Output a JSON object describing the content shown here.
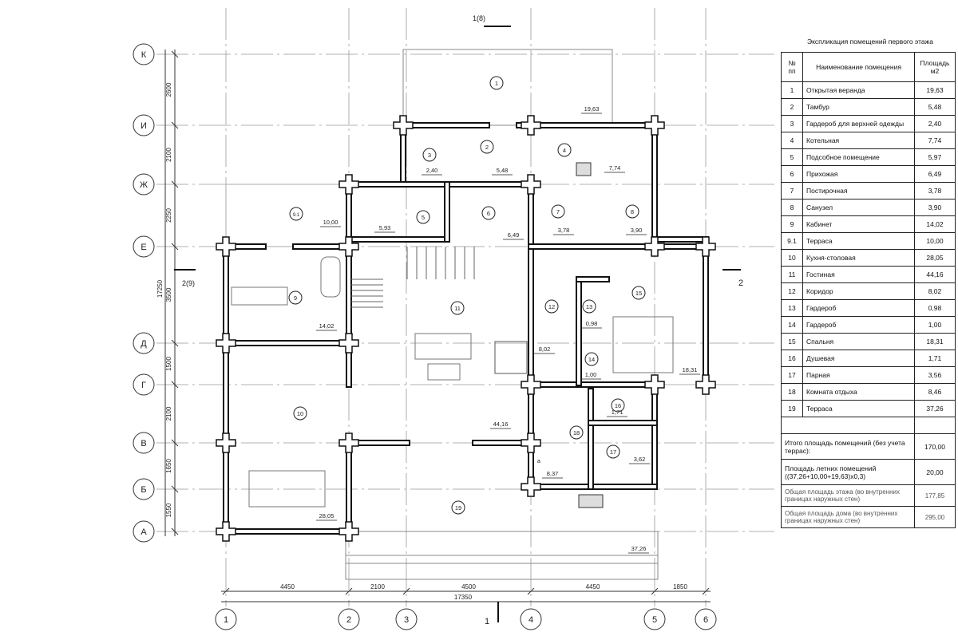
{
  "plan": {
    "row_axes": [
      "К",
      "И",
      "Ж",
      "Е",
      "Д",
      "Г",
      "В",
      "Б",
      "А"
    ],
    "col_axes": [
      "1",
      "2",
      "3",
      "4",
      "5",
      "6"
    ],
    "left_dims": [
      "2600",
      "2100",
      "2250",
      "3500",
      "1500",
      "2100",
      "1650",
      "1550"
    ],
    "left_total": "17250",
    "bottom_dims": [
      "4450",
      "2100",
      "4500",
      "4450",
      "1850"
    ],
    "bottom_total": "17350",
    "section_marks": {
      "top": "1",
      "top_ref": "(8)",
      "left": "2",
      "left_ref": "(9)",
      "right": "2",
      "bottom": "1"
    },
    "door_mark": "a",
    "room_numbers": [
      "1",
      "2",
      "3",
      "4",
      "5",
      "6",
      "7",
      "8",
      "9.1",
      "9",
      "10",
      "11",
      "12",
      "13",
      "14",
      "15",
      "16",
      "17",
      "18",
      "19"
    ],
    "area_labels": [
      "19,63",
      "2,40",
      "5,48",
      "7,74",
      "10,00",
      "5,93",
      "6,49",
      "3,78",
      "3,90",
      "14,02",
      "0,98",
      "8,02",
      "1,00",
      "18,31",
      "1,71",
      "3,62",
      "44,16",
      "8,37",
      "28,05",
      "37,26"
    ]
  },
  "table": {
    "title": "Экспликация помещений первого этажа",
    "headers": [
      "№ пп",
      "Наименование помещения",
      "Площадь м2"
    ],
    "rows": [
      [
        "1",
        "Открытая веранда",
        "19,63"
      ],
      [
        "2",
        "Тамбур",
        "5,48"
      ],
      [
        "3",
        "Гардероб для верхней одежды",
        "2,40"
      ],
      [
        "4",
        "Котельная",
        "7,74"
      ],
      [
        "5",
        "Подсобное помещение",
        "5,97"
      ],
      [
        "6",
        "Прихожая",
        "6,49"
      ],
      [
        "7",
        "Постирочная",
        "3,78"
      ],
      [
        "8",
        "Санузел",
        "3,90"
      ],
      [
        "9",
        "Кабинет",
        "14,02"
      ],
      [
        "9.1",
        "Терраса",
        "10,00"
      ],
      [
        "10",
        "Кухня-столовая",
        "28,05"
      ],
      [
        "11",
        "Гостиная",
        "44,16"
      ],
      [
        "12",
        "Коридор",
        "8,02"
      ],
      [
        "13",
        "Гардероб",
        "0,98"
      ],
      [
        "14",
        "Гардероб",
        "1,00"
      ],
      [
        "15",
        "Спальня",
        "18,31"
      ],
      [
        "16",
        "Душевая",
        "1,71"
      ],
      [
        "17",
        "Парная",
        "3,56"
      ],
      [
        "18",
        "Комната отдыха",
        "8,46"
      ],
      [
        "19",
        "Терраса",
        "37,26"
      ]
    ],
    "totals": [
      [
        "Итого площадь помещений (без учета террас):",
        "170,00"
      ],
      [
        "Площадь летних помещений ((37,26+10,00+19,63)x0,3)",
        "20,00"
      ],
      [
        "Общая площадь этажа (во внутренних границах наружных стен)",
        "177,85"
      ],
      [
        "Общая площадь дома (во внутренних границах наружных стен)",
        "295,00"
      ]
    ]
  }
}
